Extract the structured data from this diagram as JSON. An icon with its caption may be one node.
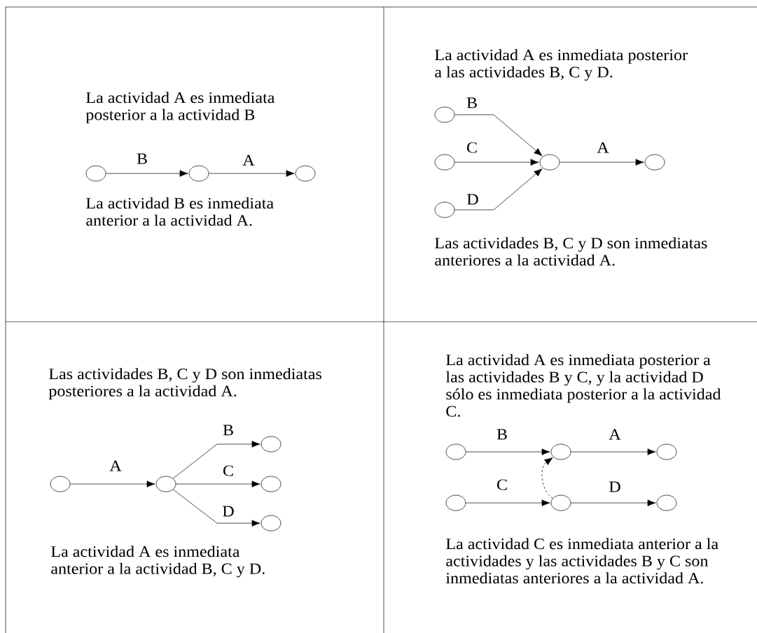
{
  "diagram": {
    "nodes": [
      {
        "text": [],
        "shape": "circle"
      },
      {
        "text": [],
        "shape": "circle"
      },
      {
        "text": [],
        "shape": "circle"
      },
      {
        "text": [],
        "shape": "circle"
      },
      {
        "text": [],
        "shape": "circle"
      },
      {
        "text": [],
        "shape": "circle"
      },
      {
        "text": [],
        "shape": "circle"
      },
      {
        "text": [],
        "shape": "circle"
      },
      {
        "text": [],
        "shape": "circle"
      },
      {
        "text": [],
        "shape": "circle"
      },
      {
        "text": [],
        "shape": "circle"
      },
      {
        "text": [],
        "shape": "circle"
      },
      {
        "text": [],
        "shape": "circle"
      },
      {
        "text": [],
        "shape": "circle"
      },
      {
        "text": [],
        "shape": "circle"
      },
      {
        "text": [],
        "shape": "circle"
      },
      {
        "text": [],
        "shape": "circle"
      },
      {
        "text": [],
        "shape": "circle"
      },
      {
        "text": [],
        "shape": "circle"
      }
    ],
    "edges": [
      {
        "from": 0,
        "to": 1,
        "arrow": "to",
        "label": "B"
      },
      {
        "from": 1,
        "to": 2,
        "arrow": "to",
        "label": "A"
      },
      {
        "from": 3,
        "to": 6,
        "arrow": "to",
        "label": "B"
      },
      {
        "from": 4,
        "to": 6,
        "arrow": "to",
        "label": "C"
      },
      {
        "from": 5,
        "to": 6,
        "arrow": "to",
        "label": "D"
      },
      {
        "from": 6,
        "to": 7,
        "arrow": "to",
        "label": "A"
      },
      {
        "from": 8,
        "to": 9,
        "arrow": "to",
        "label": "A"
      },
      {
        "from": 9,
        "to": 10,
        "arrow": "to",
        "label": "B"
      },
      {
        "from": 9,
        "to": 11,
        "arrow": "to",
        "label": "C"
      },
      {
        "from": 9,
        "to": 12,
        "arrow": "to",
        "label": "D"
      },
      {
        "from": 13,
        "to": 14,
        "arrow": "to",
        "label": "B"
      },
      {
        "from": 14,
        "to": 15,
        "arrow": "to",
        "label": "A"
      },
      {
        "from": 16,
        "to": 17,
        "arrow": "to",
        "label": "C"
      },
      {
        "from": 17,
        "to": 18,
        "arrow": "to",
        "label": "D"
      },
      {
        "from": 17,
        "to": 14,
        "arrow": "to",
        "style": "dashed"
      }
    ],
    "labels": [
      "La actividad A es inmediata posterior a la actividad B",
      "La actividad B es inmediata anterior a la actividad A.",
      "La actividad A es inmediata posterior a las actividades B, C y D.",
      "Las actividades B, C y D son inmediatas anteriores a la actividad A.",
      "Las actividades B, C y D son inmediatas posteriores a la actividad A.",
      "La actividad A es inmediata anterior a la actividad B, C y D.",
      "La actividad A es inmediata posterior a las actividades B y C, y la actividad D sólo es inmediata posterior a la actividad C.",
      "La actividad C es inmediata anterior a la actividades y las actividades B y C son inmediatas anteriores a la actividad A."
    ]
  }
}
